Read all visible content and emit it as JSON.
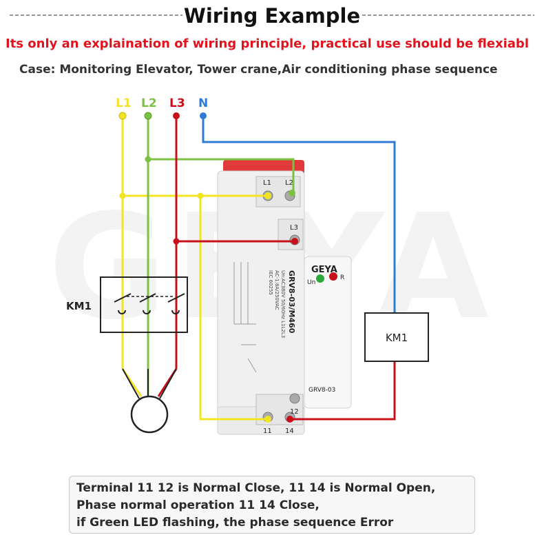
{
  "header": {
    "title": "Wiring Example",
    "subtitle": "Its only an explaination of wiring principle, practical use should be flexiabl",
    "case": "Case: Monitoring Elevator, Tower crane,Air conditioning phase sequence"
  },
  "lines": {
    "l1": "L1",
    "l2": "L2",
    "l3": "L3",
    "n": "N"
  },
  "colors": {
    "l1": "#f2e422",
    "l2": "#7cc242",
    "l3": "#c8101a",
    "n": "#2f7bd3",
    "title_red": "#e0141e",
    "relay_body": "#f0f0f0",
    "relay_cap": "#e03a3a"
  },
  "contactor": {
    "label": "KM1"
  },
  "coil": {
    "label": "KM1"
  },
  "relay": {
    "brand": "GEYA",
    "model_vertical": "GRV8-03/M460",
    "model": "GRV8-03",
    "terminals": [
      "L1",
      "L2",
      "L3",
      "12",
      "11",
      "14"
    ],
    "led_un": "Un",
    "led_r": "R",
    "spec_lines": [
      "Un:AC380V 50/60Hz L1L2L3",
      "AC-1:8A/250VAC",
      "IEC 60255"
    ]
  },
  "watermark": "GEYA",
  "note": {
    "line1": "Terminal 11 12 is Normal Close, 11 14 is Normal Open,",
    "line2": "Phase normal operation 11 14 Close,",
    "line3": "if Green LED flashing, the phase sequence Error"
  }
}
